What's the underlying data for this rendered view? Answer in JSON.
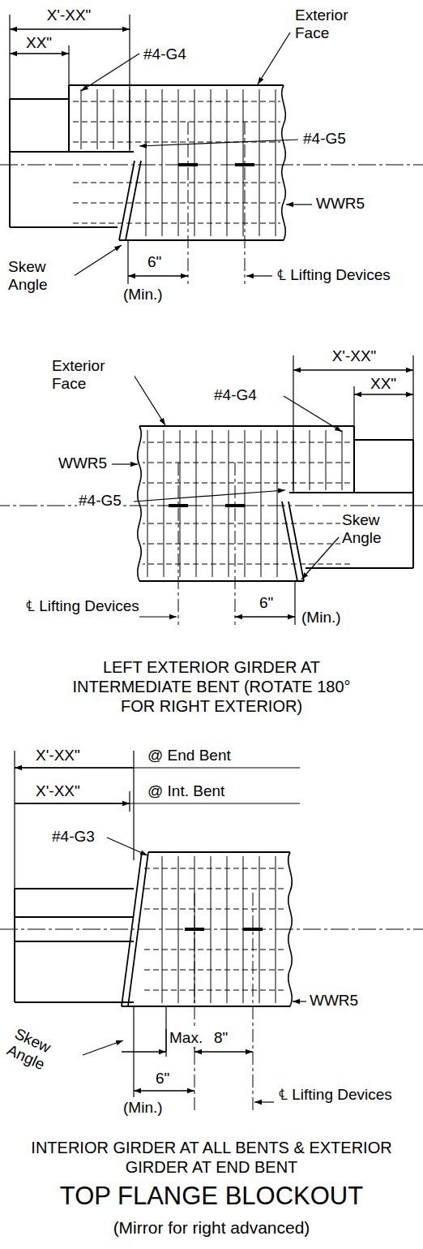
{
  "diagram": {
    "title": "TOP FLANGE BLOCKOUT",
    "caption": "(Mirror for right advanced)",
    "labels": [
      "X'-XX\"",
      "XX\"",
      "#4-G4",
      "Exterior Face",
      "#4-G5",
      "WWR5",
      "Skew Angle",
      "6\"",
      "(Min.)",
      "℄ Lifting Devices",
      "X'-XX\"",
      "Exterior Face",
      "#4-G4",
      "XX\"",
      "WWR5",
      "#4-G5",
      "Skew Angle",
      "℄ Lifting Devices",
      "6\"",
      "(Min.)",
      "LEFT EXTERIOR GIRDER AT INTERMEDIATE BENT (ROTATE 180° FOR RIGHT EXTERIOR)",
      "X'-XX\"",
      "@ End Bent",
      "X'-XX\"",
      "@ Int. Bent",
      "#4-G3",
      "WWR5",
      "Skew Angle",
      "Max.",
      "8\"",
      "6\"",
      "(Min.)",
      "℄ Lifting Devices",
      "INTERIOR GIRDER AT ALL BENTS & EXTERIOR GIRDER AT END BENT"
    ]
  }
}
